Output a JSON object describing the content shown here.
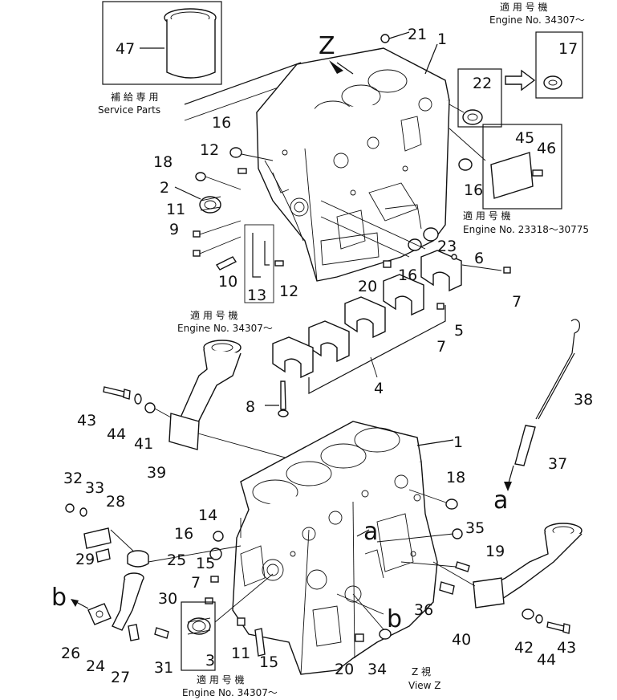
{
  "notes": {
    "service_jp": "補 給 専 用",
    "service_en": "Service  Parts",
    "applic_jp": "適 用 号 機",
    "eng_34307": "Engine  No.  34307～",
    "eng_23318": "Engine  No.  23318～30775",
    "view_z_jp": "Z   視",
    "view_z_en": "View  Z"
  },
  "letters": {
    "z": "Z",
    "a": "a",
    "b": "b"
  },
  "parts": [
    "1",
    "2",
    "3",
    "4",
    "5",
    "6",
    "7",
    "8",
    "9",
    "10",
    "11",
    "12",
    "13",
    "14",
    "15",
    "16",
    "17",
    "18",
    "19",
    "20",
    "21",
    "22",
    "23",
    "24",
    "25",
    "26",
    "27",
    "28",
    "29",
    "30",
    "31",
    "32",
    "33",
    "34",
    "35",
    "36",
    "37",
    "38",
    "39",
    "40",
    "41",
    "42",
    "43",
    "44",
    "45",
    "46",
    "47"
  ]
}
